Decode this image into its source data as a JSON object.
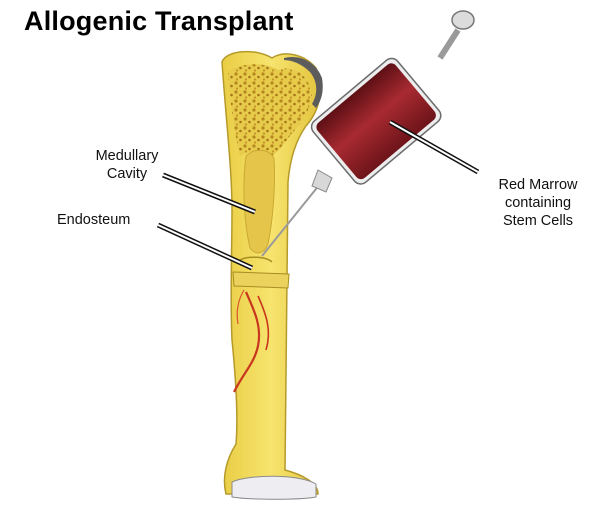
{
  "title": "Allogenic Transplant",
  "labels": {
    "medullary_line1": "Medullary",
    "medullary_line2": "Cavity",
    "endosteum": "Endosteum",
    "redmarrow_line1": "Red Marrow",
    "redmarrow_line2": "containing",
    "redmarrow_line3": "Stem Cells"
  },
  "colors": {
    "bone": "#f2dc5a",
    "bone_outline": "#b59a2a",
    "spongy_dots": "#b5871e",
    "marrow": "#8e1f26",
    "vessel": "#c8361f",
    "cartilage": "#eeeef2"
  }
}
